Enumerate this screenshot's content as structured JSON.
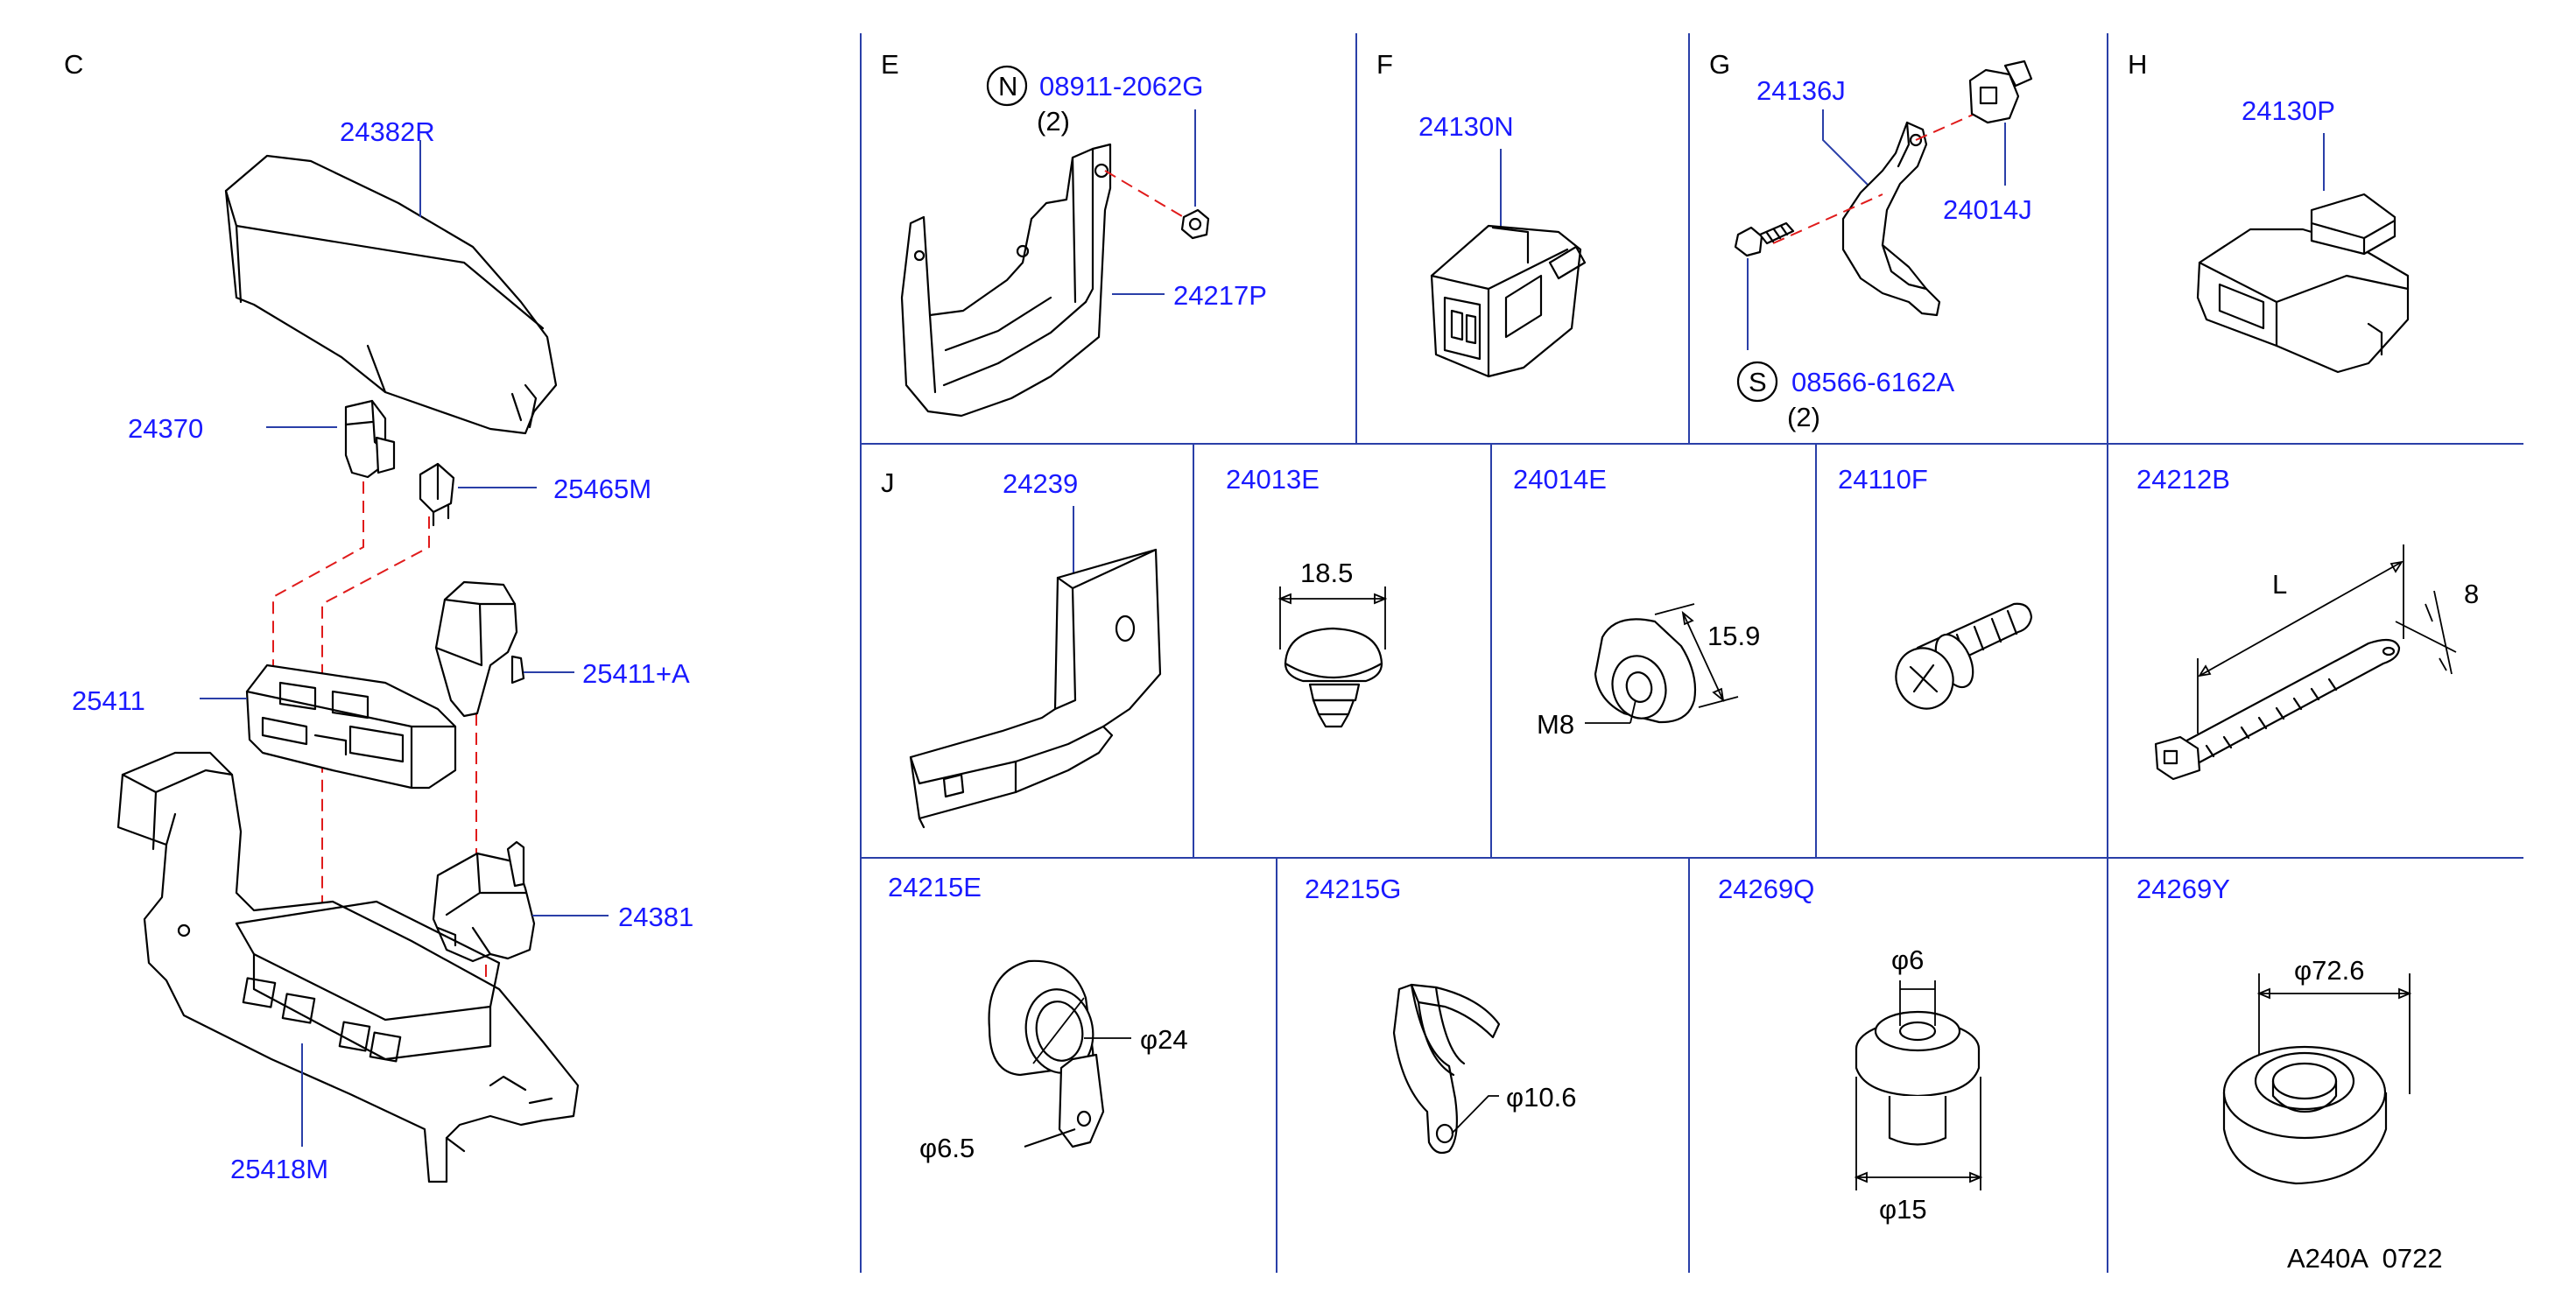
{
  "section_letters": {
    "C": "C",
    "E": "E",
    "F": "F",
    "G": "G",
    "H": "H",
    "J": "J"
  },
  "parts": {
    "p24382R": "24382R",
    "p24370": "24370",
    "p25465M": "25465M",
    "p25411": "25411",
    "p25411A": "25411+A",
    "p24381": "24381",
    "p25418M": "25418M",
    "p08911": "08911-2062G",
    "p24217P": "24217P",
    "p24130N": "24130N",
    "p24136J": "24136J",
    "p24014J": "24014J",
    "p08566": "08566-6162A",
    "p24130P": "24130P",
    "p24239": "24239",
    "p24013E": "24013E",
    "p24014E": "24014E",
    "p24110F": "24110F",
    "p24212B": "24212B",
    "p24215E": "24215E",
    "p24215G": "24215G",
    "p24269Q": "24269Q",
    "p24269Y": "24269Y"
  },
  "symbols": {
    "n_mark": "N",
    "s_mark": "S"
  },
  "quantities": {
    "q08911": "(2)",
    "q08566": "(2)"
  },
  "dimensions": {
    "d24013E": "18.5",
    "d24014E_h": "15.9",
    "d24014E_m": "M8",
    "d24212B_l": "L",
    "d24212B_w": "8",
    "d24215E_big": "φ24",
    "d24215E_small": "φ6.5",
    "d24215G": "φ10.6",
    "d24269Q_top": "φ6",
    "d24269Q_bot": "φ15",
    "d24269Y": "φ72.6"
  },
  "footer_code": "A240A  0722",
  "colors": {
    "part_number": "#1a1aff",
    "grid_line": "#2a3fa8",
    "hidden_line": "#e01b1b",
    "line_art": "#000000"
  }
}
